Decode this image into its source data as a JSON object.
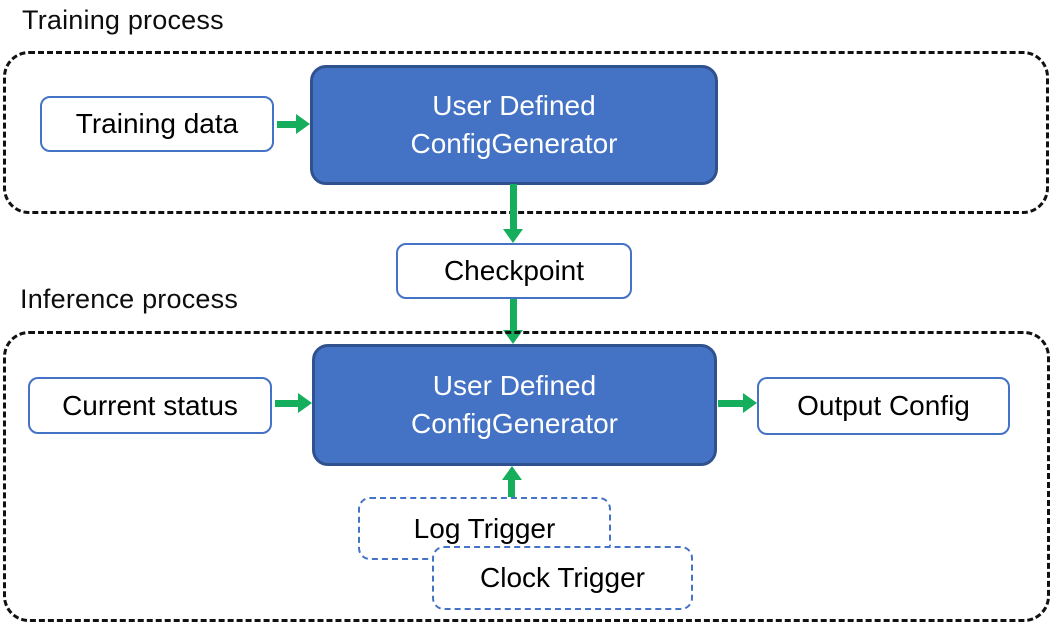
{
  "diagram": {
    "training": {
      "label": "Training process",
      "input_box": "Training data",
      "generator": {
        "line1": "User Defined",
        "line2": "ConfigGenerator"
      }
    },
    "checkpoint": {
      "label": "Checkpoint"
    },
    "inference": {
      "label": "Inference process",
      "input_box": "Current status",
      "generator": {
        "line1": "User Defined",
        "line2": "ConfigGenerator"
      },
      "output_box": "Output Config",
      "triggers": [
        "Log Trigger",
        "Clock Trigger"
      ]
    },
    "colors": {
      "generator_fill": "#4472C4",
      "generator_border": "#2F528F",
      "box_border": "#4472C4",
      "arrow": "#14AE5C",
      "container_dash": "#111111",
      "text_dark": "#000000",
      "text_light": "#ffffff"
    }
  }
}
